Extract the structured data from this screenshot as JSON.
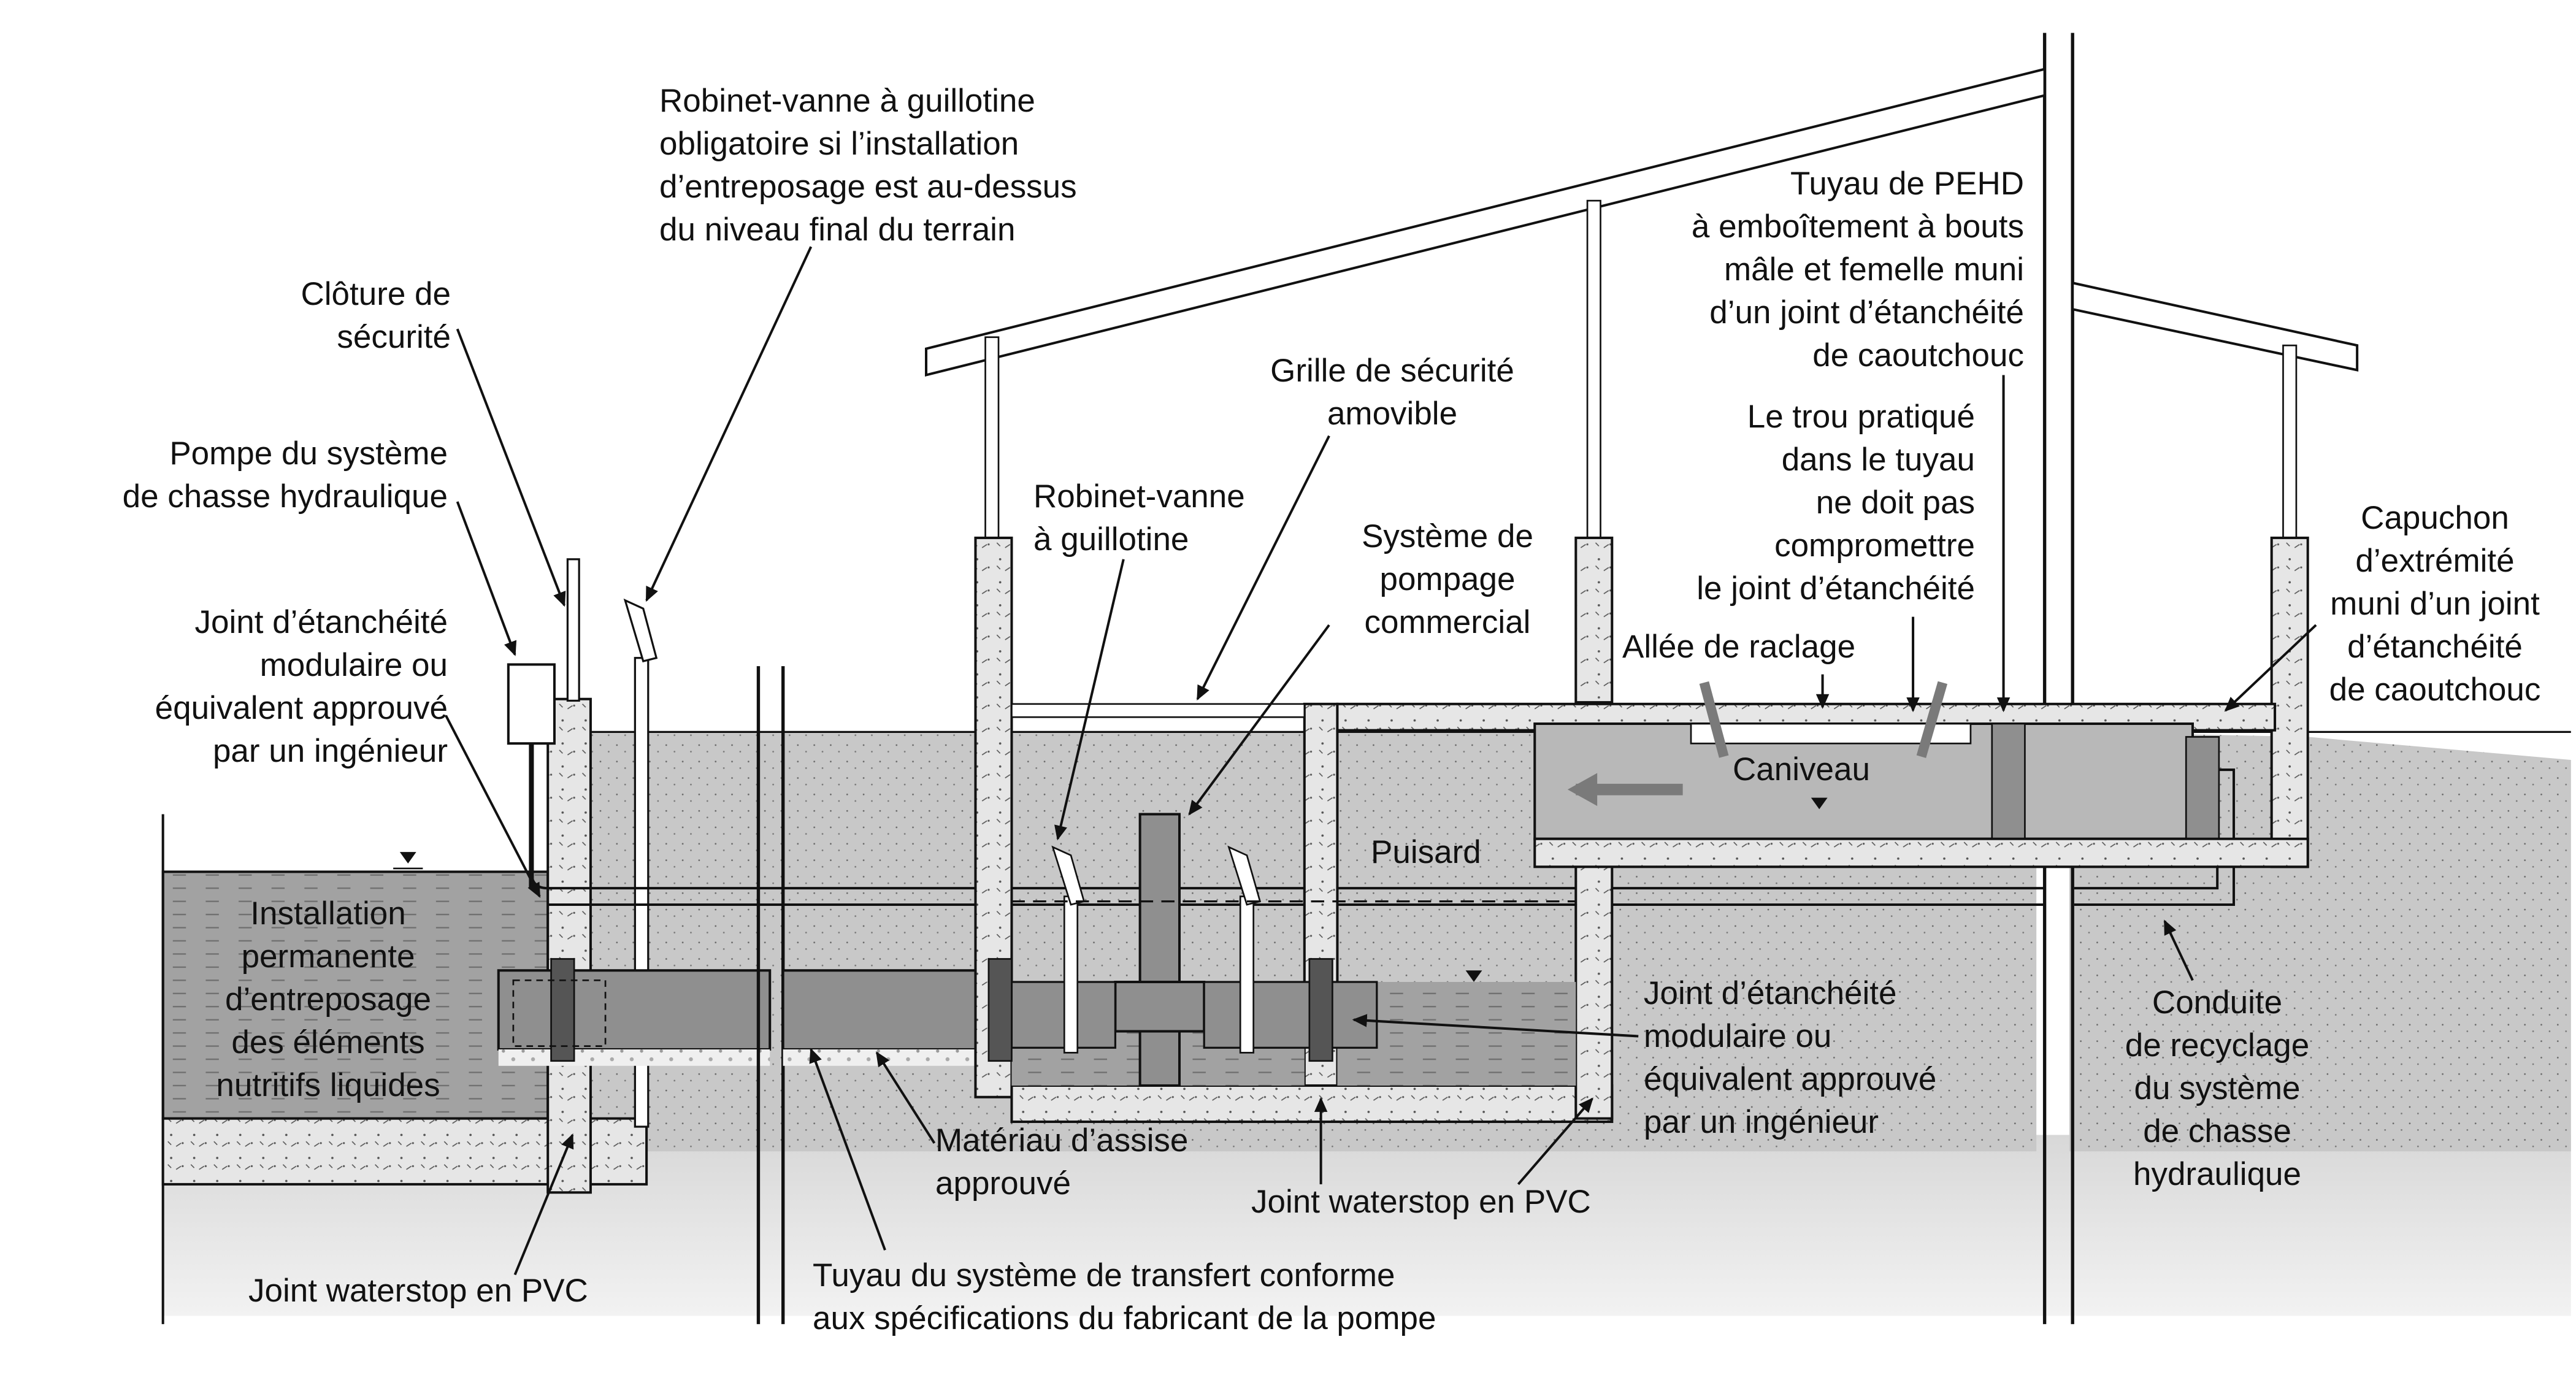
{
  "labels": {
    "cloture": "Clôture de\nsécurité",
    "robinet_obligatoire": "Robinet-vanne à guillotine\nobligatoire si l’installation\nd’entreposage est au-dessus\ndu niveau final du terrain",
    "pompe_chasse": "Pompe du système\nde chasse hydraulique",
    "joint_modulaire_gauche": "Joint d’étanchéité\nmodulaire ou\néquivalent approuvé\npar un ingénieur",
    "installation": "Installation\npermanente\nd’entreposage\ndes éléments\nnutritifs liquides",
    "joint_waterstop_gauche": "Joint waterstop en PVC",
    "tuyau_transfert": "Tuyau du système de transfert conforme\naux spécifications du fabricant de la pompe",
    "materiau_assise": "Matériau d’assise\napprouvé",
    "joint_waterstop_droite": "Joint waterstop en PVC",
    "joint_modulaire_droite": "Joint d’étanchéité\nmodulaire ou\néquivalent approuvé\npar un ingénieur",
    "grille": "Grille de sécurité\namovible",
    "robinet": "Robinet-vanne\nà guillotine",
    "systeme_pompage": "Système de\npompage\ncommercial",
    "puisard": "Puisard",
    "tuyau_pehd": "Tuyau de PEHD\nà emboîtement à bouts\nmâle et femelle muni\nd’un joint d’étanchéité\nde caoutchouc",
    "trou_pratique": "Le trou pratiqué\ndans le tuyau\nne doit pas\ncompromettre\nle joint d’étanchéité",
    "allee_raclage": "Allée de raclage",
    "caniveau": "Caniveau",
    "capuchon": "Capuchon\nd’extrémité\nmuni d’un joint\nd’étanchéité\nde caoutchouc",
    "conduite_recyclage": "Conduite\nde recyclage\ndu système\nde chasse\nhydraulique"
  },
  "colors": {
    "ink": "#111111",
    "concrete": "#e4e4e4",
    "soil": "#c4c4c4",
    "liquid": "#9a9a9a",
    "pipe_dark": "#8a8a8a",
    "arrow": "#7a7a7a"
  }
}
